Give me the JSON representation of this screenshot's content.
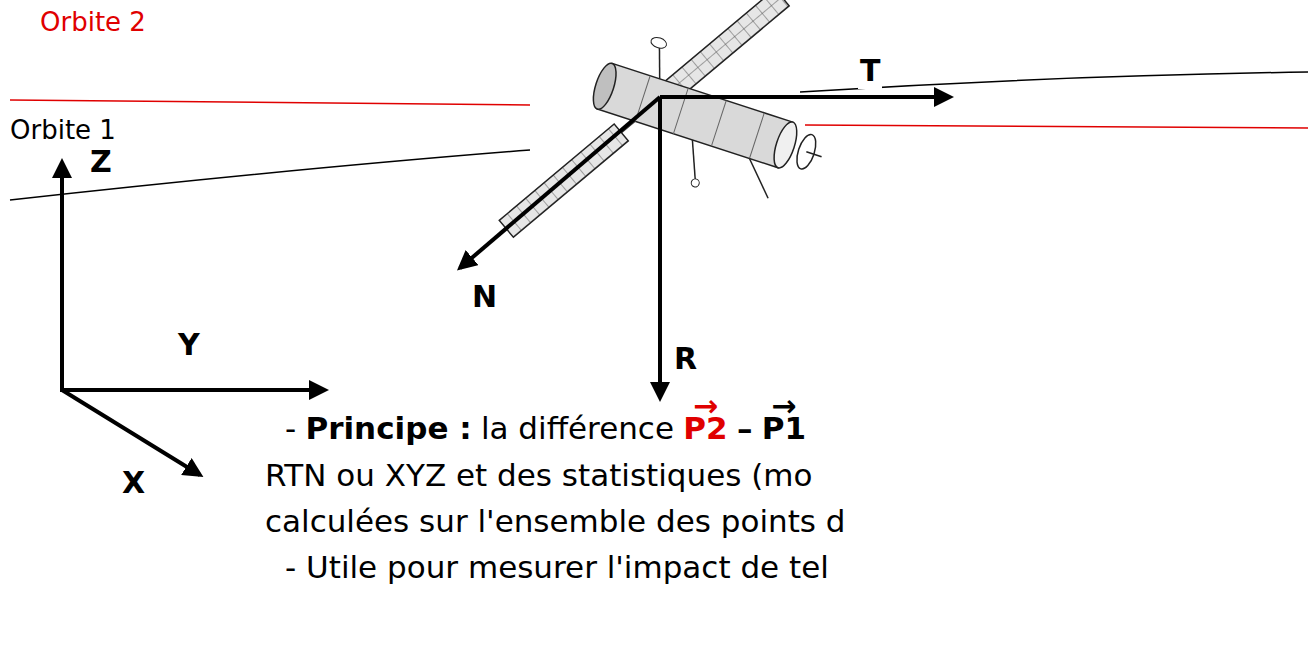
{
  "diagram": {
    "labels": [
      "Orbite 2",
      "Orbite 1",
      "T",
      "N",
      "R",
      "Z",
      "Y",
      "X",
      "→",
      "→",
      "-",
      "Principe :",
      "la différence",
      "P2",
      "–",
      "P1",
      "RTN ou XYZ et des statistiques (mo",
      "calculées sur l'ensemble des points d",
      "- Utile pour mesurer l'impact de tel"
    ]
  }
}
